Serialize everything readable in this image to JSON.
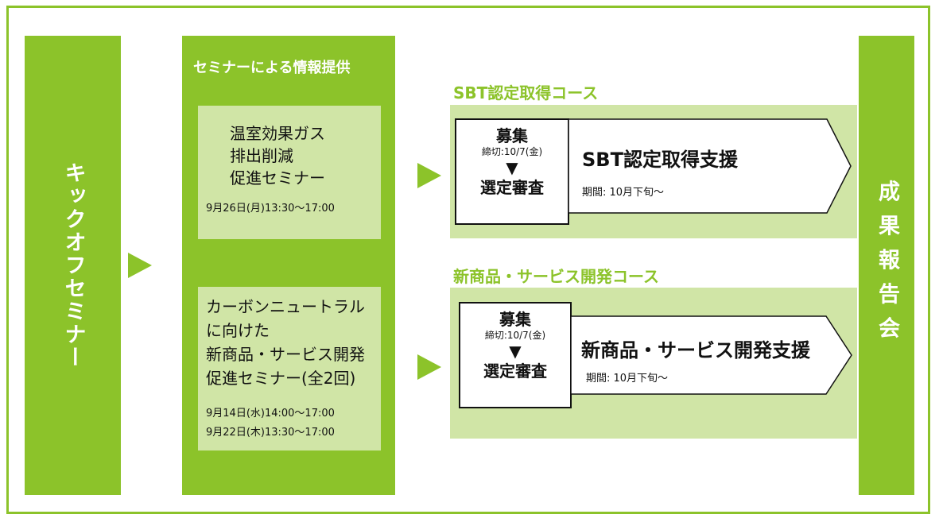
{
  "kickoff": {
    "label": "キックオフセミナー"
  },
  "info_panel": {
    "title": "セミナーによる情報提供",
    "seminar1": {
      "lines": [
        "温室効果ガス",
        "排出削減",
        "促進セミナー"
      ],
      "date": "9月26日(月)13:30〜17:00"
    },
    "seminar2": {
      "lines": [
        "カーボンニュートラル",
        "に向けた",
        "新商品・サービス開発",
        "促進セミナー(全2回)"
      ],
      "dates": [
        "9月14日(水)14:00〜17:00",
        "9月22日(木)13:30〜17:00"
      ]
    }
  },
  "course_sbt": {
    "title": "SBT認定取得コース",
    "recruit": {
      "title": "募集",
      "deadline": "締切:10/7(金)",
      "arrow": "▼",
      "review": "選定審査"
    },
    "support": {
      "title": "SBT認定取得支援",
      "period": "期間: 10月下旬〜"
    }
  },
  "course_new": {
    "title": "新商品・サービス開発コース",
    "recruit": {
      "title": "募集",
      "deadline": "締切:10/7(金)",
      "arrow": "▼",
      "review": "選定審査"
    },
    "support": {
      "title": "新商品・サービス開発支援",
      "period": "期間: 10月下旬〜"
    }
  },
  "report": {
    "label": "成果報告会"
  },
  "colors": {
    "green": "#8cc32a",
    "light_green": "#d0e5a6",
    "border": "#111111"
  }
}
